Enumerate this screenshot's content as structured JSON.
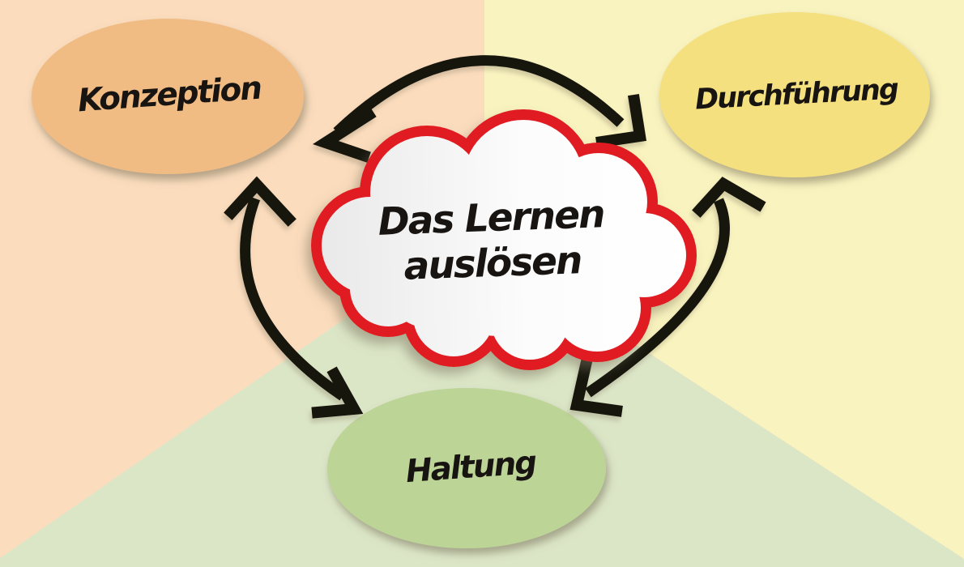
{
  "cloud": {
    "line1": "Das Lernen",
    "line2": "auslösen"
  },
  "nodes": {
    "konzeption": {
      "label": "Konzeption"
    },
    "durchfuehrung": {
      "label": "Durchführung"
    },
    "haltung": {
      "label": "Haltung"
    }
  },
  "colors": {
    "bg-peach": "#fbdcbd",
    "bg-yellow": "#f9f3bf",
    "bg-green": "#dbe6c7",
    "node-orange": "#f0bc83",
    "node-yellow": "#f4e07e",
    "node-green": "#bdd497",
    "cloud-border": "#e01e24",
    "cloud-fill": "#ffffff",
    "arrow-black": "#191511",
    "text-black": "#181411"
  }
}
